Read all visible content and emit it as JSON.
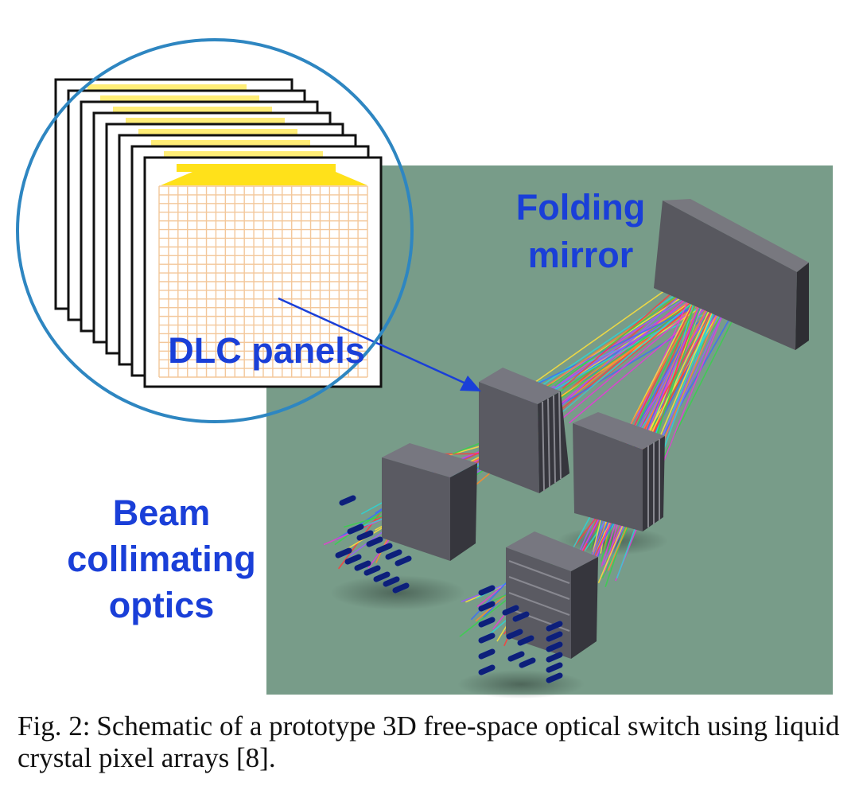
{
  "figure": {
    "labels": {
      "folding_mirror": [
        "Folding",
        "mirror"
      ],
      "dlc_panels": "DLC panels",
      "beam_optics": [
        "Beam",
        "collimating",
        "optics"
      ]
    },
    "colors": {
      "background": "#789c89",
      "label_blue": "#1a3fd8",
      "ellipse": "#2e86c1",
      "block_gray": "#55555c",
      "fiber_blue": "#0d1f7a",
      "panel_yellow": "#ffe11a",
      "grid_orange": "#f3c79a"
    },
    "beam_colors": [
      "#ff3b3b",
      "#37d24b",
      "#3b6bff",
      "#e83ad8",
      "#ffe23b",
      "#2ad6d6",
      "#9b59ff",
      "#ff8a2a"
    ]
  },
  "caption": {
    "number": "Fig. 2:",
    "text": "Schematic of a prototype 3D free-space optical switch using liquid crystal pixel arrays [8]."
  }
}
